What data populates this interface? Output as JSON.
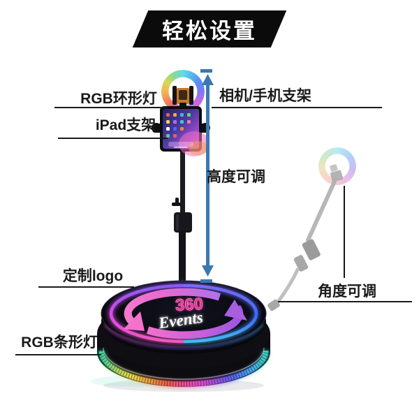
{
  "title_banner": {
    "text": "轻松设置"
  },
  "labels": {
    "rgb_ring_light": "RGB环形灯",
    "camera_phone_mount": "相机/手机支架",
    "ipad_mount": "iPad支架",
    "height_adjustable": "高度可调",
    "custom_logo": "定制logo",
    "angle_adjustable": "角度可调",
    "rgb_strip_light": "RGB条形灯"
  },
  "turntable": {
    "logo_line1": "360",
    "logo_line2": "Events"
  },
  "colors": {
    "banner_bg": "#0b0b0b",
    "label_text": "#1a1a1a",
    "height_arrow_blue": "#3a78b2",
    "leader_line_black": "#141414",
    "logo_360_pink": "#ea2f96",
    "logo_events_white": "#ffffff",
    "platform_glow_left": "#e050d8",
    "platform_glow_right": "#3a6af8"
  }
}
